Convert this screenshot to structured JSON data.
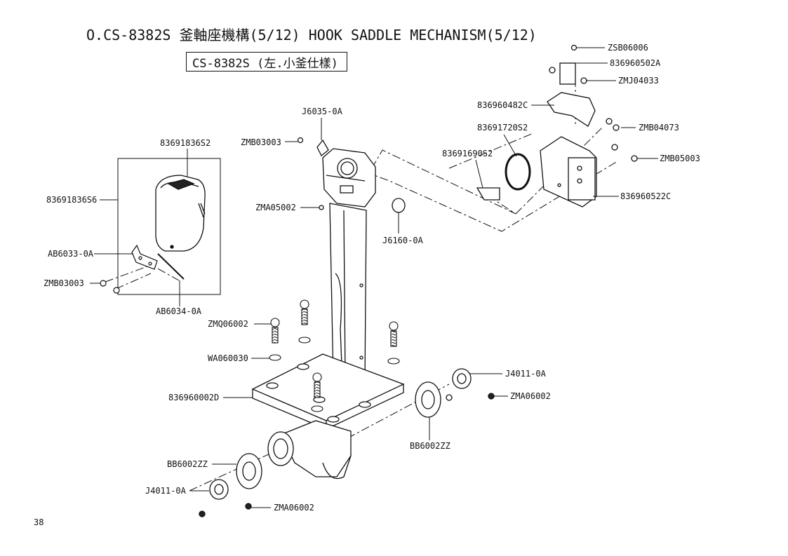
{
  "title": "O.CS-8382S 釜軸座機構(5/12) HOOK SADDLE MECHANISM(5/12)",
  "variant": "CS-8382S (左.小釜仕樣)",
  "page_number": "38",
  "labels": {
    "zsb06006": "ZSB06006",
    "p836960502a": "836960502A",
    "zmj04033": "ZMJ04033",
    "p836960482c": "836960482C",
    "p83691720s2": "83691720S2",
    "zmb04073": "ZMB04073",
    "p83691690s2": "83691690S2",
    "zmb05003_right": "ZMB05003",
    "p836960522c": "836960522C",
    "j6035": "J6035-0A",
    "zmb03003_top": "ZMB03003",
    "p83691836s2": "83691836S2",
    "p83691836s6": "83691836S6",
    "zma05002": "ZMA05002",
    "j6160": "J6160-0A",
    "ab6033": "AB6033-0A",
    "zmb03003_left": "ZMB03003",
    "ab6034": "AB6034-0A",
    "zmq06002": "ZMQ06002",
    "wa060030": "WA060030",
    "j4011_right": "J4011-0A",
    "zma06002_right": "ZMA06002",
    "p836960002d": "836960002D",
    "bb6002zz_right": "BB6002ZZ",
    "bb6002zz_left": "BB6002ZZ",
    "j4011_left": "J4011-0A",
    "zma06002_left": "ZMA06002"
  }
}
